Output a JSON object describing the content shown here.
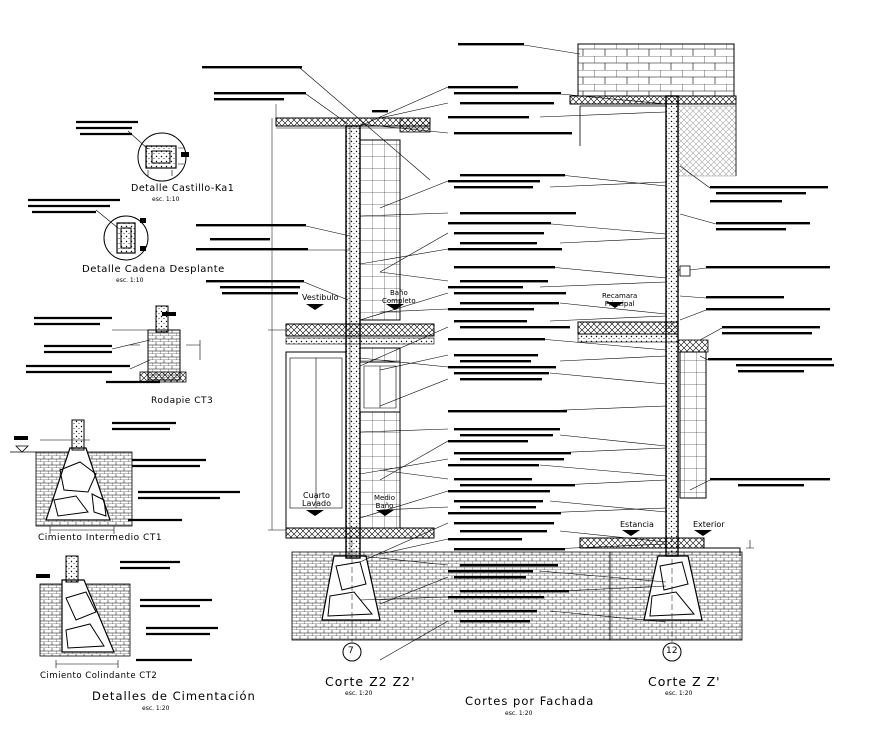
{
  "titles": {
    "detalle_castillo": "Detalle Castillo-Ka1",
    "detalle_cadena": "Detalle Cadena Desplante",
    "rodapie": "Rodapie CT3",
    "cimiento_intermedio": "Cimiento Intermedio CT1",
    "cimiento_colindante": "Cimiento Colindante CT2",
    "detalles_cimentacion": "Detalles de Cimentación",
    "corte_z2": "Corte Z2 Z2'",
    "cortes_fachada": "Cortes por Fachada",
    "corte_z": "Corte Z Z'"
  },
  "scales": {
    "castillo": "esc. 1:10",
    "cadena": "esc. 1:10",
    "cimentacion": "esc. 1:20",
    "corte_z2": "esc. 1:20",
    "fachada": "esc. 1:20",
    "corte_z": "esc. 1:20"
  },
  "rooms": {
    "vestibulo": "Vestibulo",
    "bano_completo": "Baño\nCompleto",
    "recamara": "Recamara\nPrincipal",
    "cuarto_lavado": "Cuarto\nLavado",
    "medio_bano": "Medio\nBaño",
    "estancia": "Estancia",
    "exterior": "Exterior"
  },
  "axes": {
    "left": "7",
    "right": "12"
  }
}
